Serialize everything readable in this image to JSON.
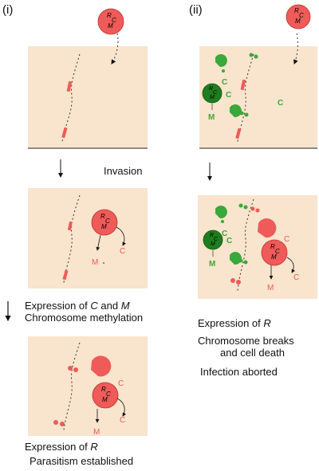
{
  "panel_labels": {
    "left": "(i)",
    "right": "(ii)"
  },
  "circle_letters": {
    "r": "R",
    "c": "C",
    "m": "M"
  },
  "gene_labels": {
    "c": "C",
    "m": "M"
  },
  "steps": {
    "invasion": "Invasion",
    "expression_cm_prefix": "Expression of ",
    "expression_cm_c": "C",
    "expression_cm_and": " and ",
    "expression_cm_m": "M",
    "methylation": "Chromosome methylation",
    "expression_r_prefix": "Expression of ",
    "expression_r_gene": "R",
    "parasitism": "Parasitism established",
    "expression_r2_prefix": "Expression of ",
    "expression_r2_gene": "R",
    "breaks_line1": "Chromosome breaks",
    "breaks_line2": "and cell death",
    "aborted": "Infection aborted"
  },
  "colors": {
    "cell_fill": "#f9e4cd",
    "plasmid_red": "#ee5b58",
    "host_green": "#3aa83a",
    "host_green_dark": "#1e7d1e",
    "cell_border": "#222222"
  }
}
